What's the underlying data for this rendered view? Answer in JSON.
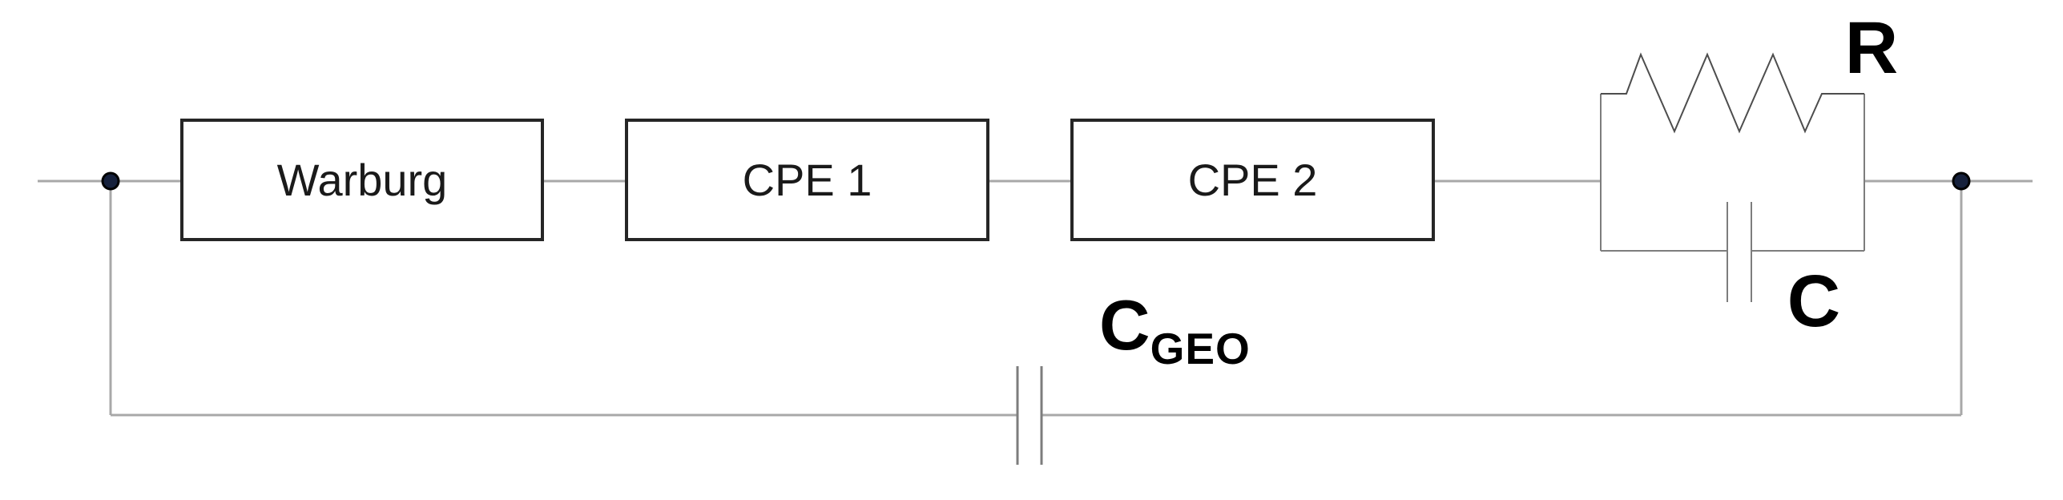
{
  "diagram": {
    "type": "equivalent-circuit",
    "boxes": {
      "warburg": {
        "label": "Warburg"
      },
      "cpe1": {
        "label": "CPE 1"
      },
      "cpe2": {
        "label": "CPE 2"
      }
    },
    "parallel_rc": {
      "resistor_label": "R",
      "capacitor_label": "C"
    },
    "geo_capacitor": {
      "label": "C",
      "subscript": "GEO"
    },
    "colors": {
      "background": "#ffffff",
      "wire": "#a8a8a8",
      "box_border": "#262626",
      "box_fill": "#ffffff",
      "component_line": "#7d7d7d",
      "resistor_line": "#4d4d4d",
      "node_fill": "#16213c",
      "node_stroke": "#000000",
      "text": "#1a1a1a"
    }
  }
}
